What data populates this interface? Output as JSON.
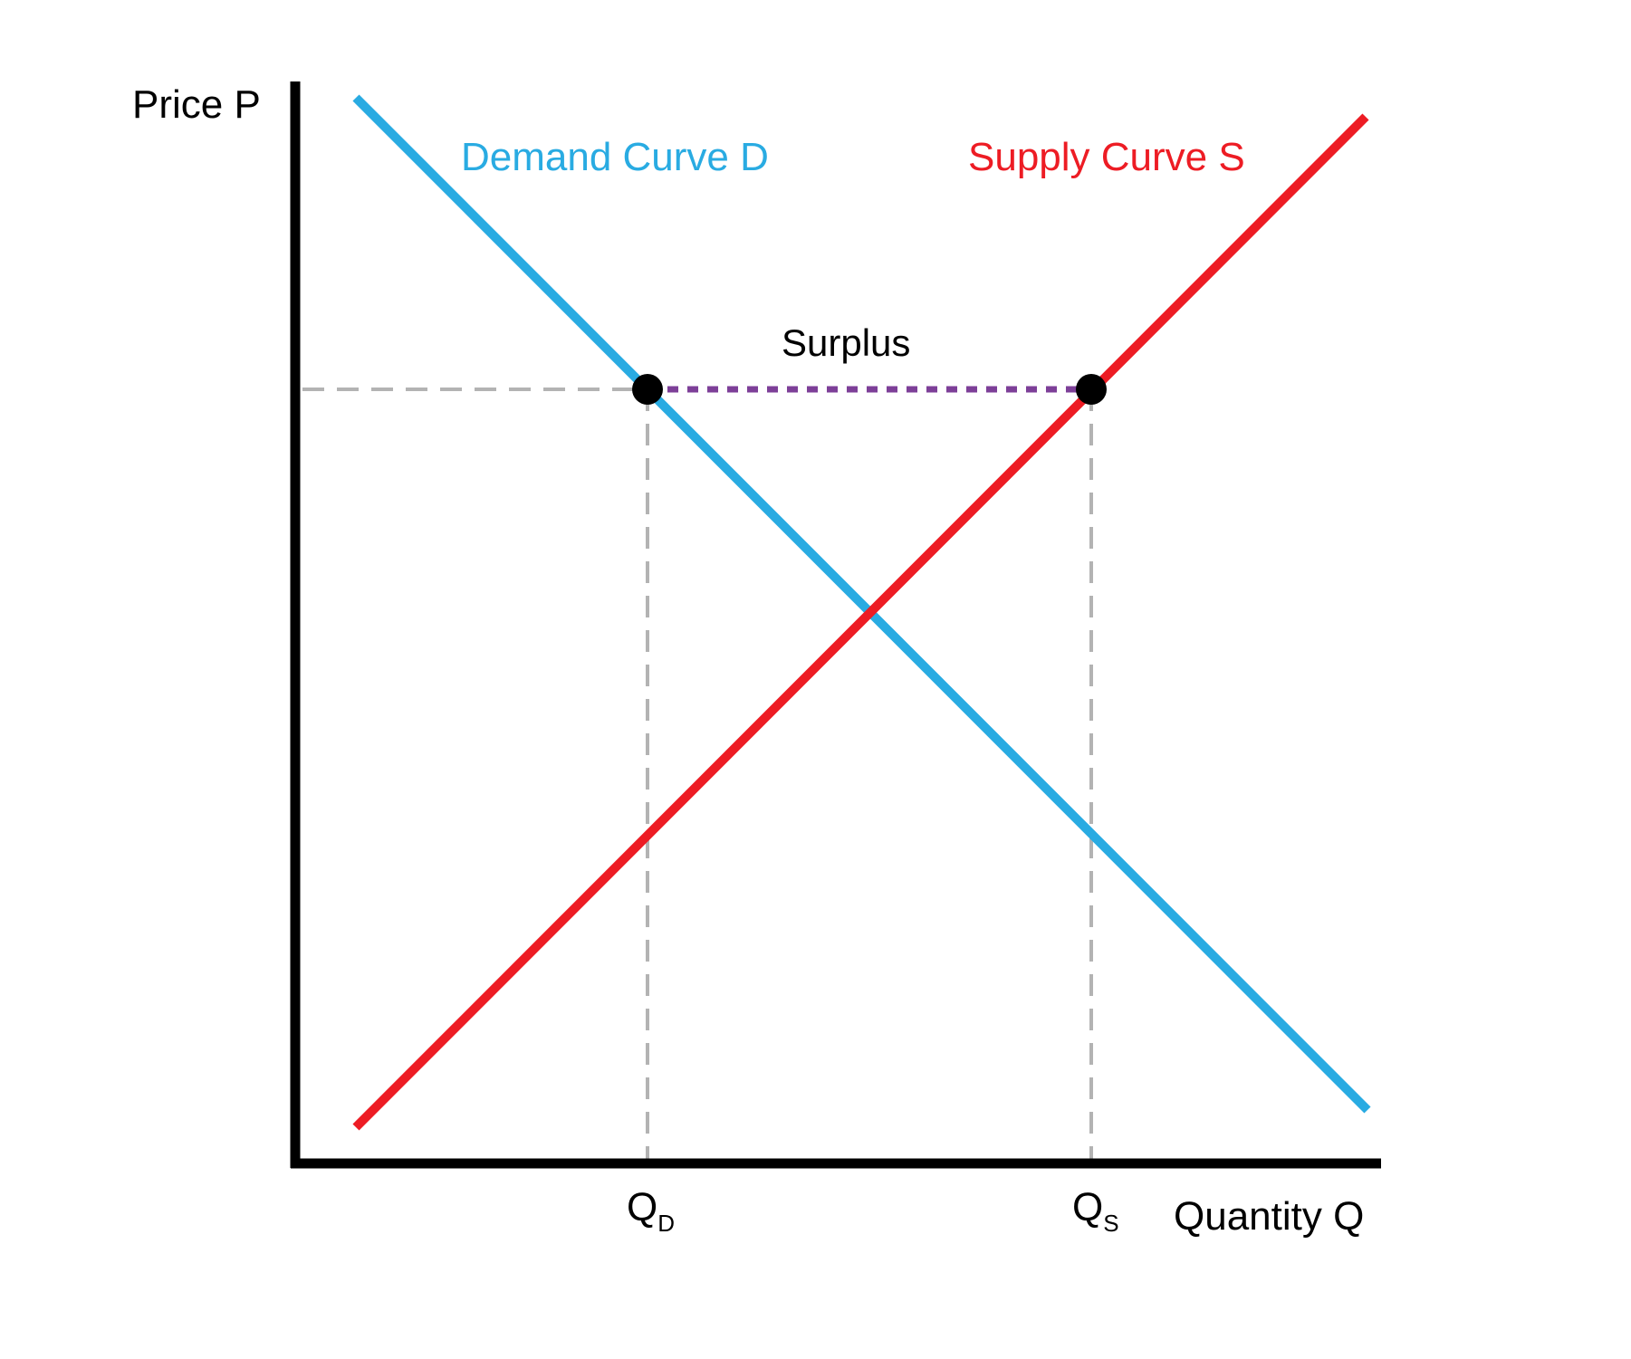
{
  "labels": {
    "y_axis": "Price P",
    "x_axis": "Quantity Q",
    "demand": "Demand Curve D",
    "supply": "Supply Curve S",
    "surplus": "Surplus",
    "qd_main": "Q",
    "qd_sub": "D",
    "qs_main": "Q",
    "qs_sub": "S"
  },
  "colors": {
    "demand": "#29abe2",
    "supply": "#ed1c24",
    "surplus": "#7d3f98",
    "axes": "#000000",
    "guides": "#b3b3b3",
    "points": "#000000",
    "text": "#000000"
  }
}
